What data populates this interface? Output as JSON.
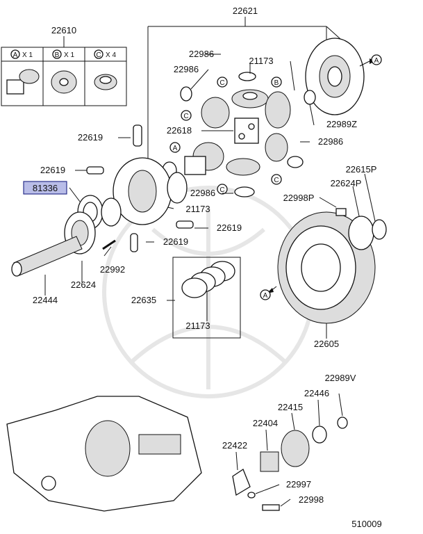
{
  "kit": {
    "number": "22610",
    "items": [
      {
        "letter": "A",
        "qty": "X 1"
      },
      {
        "letter": "B",
        "qty": "X 1"
      },
      {
        "letter": "C",
        "qty": "X 4"
      }
    ]
  },
  "highlight_part": "81336",
  "parts": [
    "22621",
    "22986",
    "21173",
    "22986",
    "22989Z",
    "22618",
    "22986",
    "22619",
    "22619",
    "21173",
    "22986",
    "22615P",
    "22624P",
    "22998P",
    "22619",
    "22619",
    "22992",
    "22624",
    "22444",
    "22635",
    "21173",
    "22605",
    "22989V",
    "22446",
    "22415",
    "22404",
    "22422",
    "22997",
    "22998"
  ],
  "callouts": {
    "a": "A",
    "b": "B",
    "c": "C"
  },
  "diagram_code": "510009"
}
